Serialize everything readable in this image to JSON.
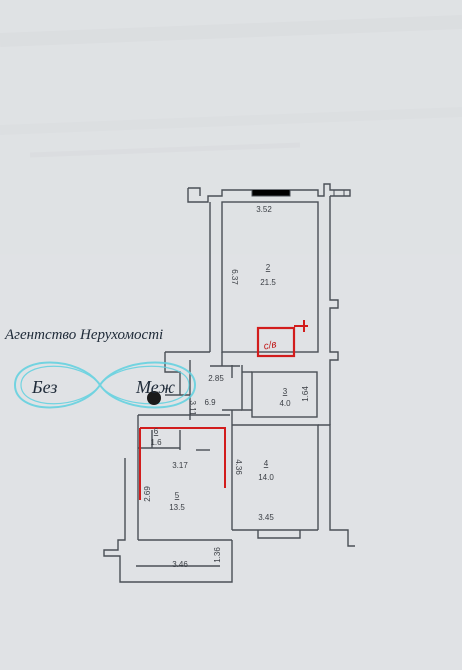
{
  "plan": {
    "background": "#e2e4e6",
    "wall_color": "#4a4f56",
    "rooms": [
      {
        "number": "2",
        "area": "21.5"
      },
      {
        "number": "3",
        "area": "4.0"
      },
      {
        "number": "4",
        "area": "14.0"
      },
      {
        "number": "5",
        "area": "13.5"
      },
      {
        "number": "6",
        "area": "1.6"
      },
      {
        "number": "",
        "area": "6.9"
      }
    ],
    "dimensions": [
      "3.52",
      "6.37",
      "2.85",
      "1.64",
      "3.11",
      "3.17",
      "4.36",
      "2.69",
      "3.45",
      "1.36",
      "3.46"
    ]
  },
  "watermark": {
    "agency": "Агентство Нерухомості",
    "brand_left": "Без",
    "brand_right": "Меж",
    "color": "#1e2a38",
    "logo_color": "#5fd1e0"
  },
  "marker": {
    "text": "с/в",
    "color": "#d21c1c"
  }
}
